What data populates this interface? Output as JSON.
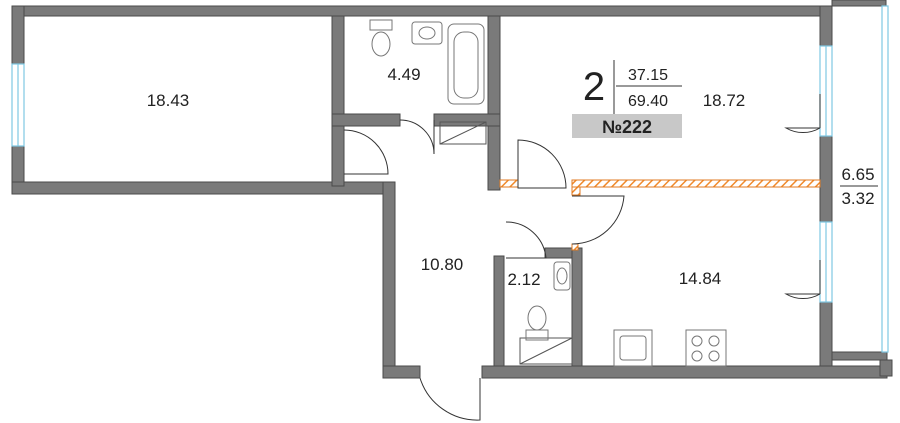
{
  "apartment": {
    "rooms_count": "2",
    "living_area": "37.15",
    "total_area": "69.40",
    "number": "№222"
  },
  "rooms": {
    "bedroom_left": "18.43",
    "bathroom": "4.49",
    "living_room": "18.72",
    "hallway": "10.80",
    "wc": "2.12",
    "kitchen": "14.84",
    "balcony_full": "6.65",
    "balcony_reduced": "3.32"
  },
  "colors": {
    "wall": "#7a7a7a",
    "wall_edge": "#4a4a4a",
    "partition_hatch": "#f08a2c",
    "window": "#7ec8e3",
    "badge_bg": "#c8c8c8"
  }
}
